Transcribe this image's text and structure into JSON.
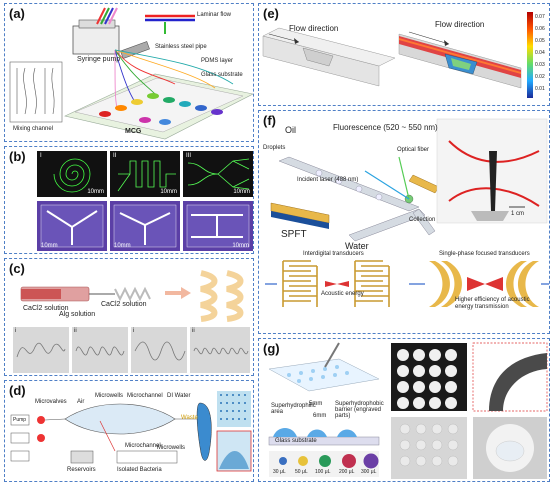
{
  "panels": {
    "a": {
      "label": "(a)",
      "syringe_pump": "Syringe pump",
      "laminar_flow": "Laminar flow",
      "stainless": "Stainless steel pipe",
      "pdms": "PDMS layer",
      "glass": "Glass substrate",
      "mixing": "Mixing channel",
      "mcg": "MCG"
    },
    "b": {
      "label": "(b)",
      "roman": [
        "I",
        "II",
        "III"
      ],
      "scale_top": [
        "10mm",
        "10mm",
        "10mm"
      ],
      "scale_bottom": [
        "10mm",
        "10mm",
        "10mm"
      ]
    },
    "c": {
      "label": "(c)",
      "cacl2_a": "CaCl2 solution",
      "alg": "Alg solution",
      "cacl2_b": "CaCl2 solution",
      "roman": [
        "i",
        "ii",
        "i",
        "ii"
      ]
    },
    "d": {
      "label": "(d)",
      "microvalves": "Microvalves",
      "air": "Air",
      "microwells": "Microwells",
      "microchannel": "Microchannel",
      "di_water": "DI Water",
      "pump": "Pump",
      "waste": "Waste",
      "isolated": "Isolated Bacteria",
      "reservoirs": "Reservoirs",
      "microchannel2": "Microchannel",
      "microwells2": "Microwells"
    },
    "e": {
      "label": "(e)",
      "flow_left": "Flow direction",
      "flow_right": "Flow direction",
      "colorbar": [
        "0.07",
        "0.06",
        "0.05",
        "0.04",
        "0.03",
        "0.02",
        "0.01"
      ]
    },
    "f": {
      "label": "(f)",
      "oil": "Oil",
      "fluorescence": "Fluorescence (520 ~ 550 nm)",
      "droplets": "Droplets",
      "laser": "Incident laser (488 nm)",
      "optical": "Optical fiber",
      "collection": "Collection",
      "spft": "SPFT",
      "water": "Water",
      "cm": "1 cm",
      "idt": "Interdigital transducers",
      "spft_long": "Single-phase focused transducers",
      "acoustic": "Acoustic energy",
      "higher": "Higher efficiency of acoustic energy transmission"
    },
    "g": {
      "label": "(g)",
      "superhydro": "Superhydrophilic area",
      "barrier": "Superhydrophobic barrier (engraved parts)",
      "mm5": "5mm",
      "mm6": "6mm",
      "glass": "Glass substrate",
      "volumes": [
        "30 μL",
        "50 μL",
        "100 μL",
        "200 μL",
        "300 μL"
      ]
    }
  }
}
